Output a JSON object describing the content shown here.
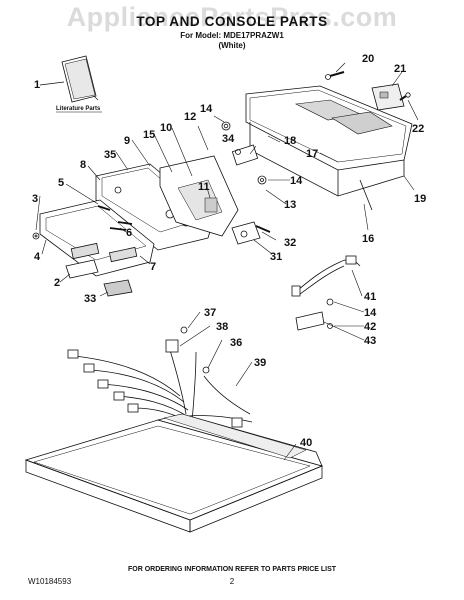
{
  "header": {
    "watermark": "AppliancePartsPros.com",
    "title": "TOP AND CONSOLE PARTS",
    "for_model": "For Model: MDE17PRAZW1",
    "color_note": "(White)"
  },
  "literature": {
    "label": "Literature Parts"
  },
  "callouts": {
    "c1": "1",
    "c2": "2",
    "c3": "3",
    "c4": "4",
    "c5": "5",
    "c6": "6",
    "c7": "7",
    "c8": "8",
    "c9": "9",
    "c10": "10",
    "c11": "11",
    "c12": "12",
    "c13": "13",
    "c14a": "14",
    "c14b": "14",
    "c14c": "14",
    "c15": "15",
    "c16": "16",
    "c17": "17",
    "c18": "18",
    "c19": "19",
    "c20": "20",
    "c21": "21",
    "c22": "22",
    "c31": "31",
    "c32": "32",
    "c33": "33",
    "c34": "34",
    "c35": "35",
    "c36": "36",
    "c37": "37",
    "c38": "38",
    "c39": "39",
    "c40": "40",
    "c41": "41",
    "c42": "42",
    "c43": "43"
  },
  "footer": {
    "doc_number": "W10184593",
    "ordering_note": "FOR ORDERING INFORMATION REFER TO PARTS PRICE LIST",
    "page": "2"
  }
}
